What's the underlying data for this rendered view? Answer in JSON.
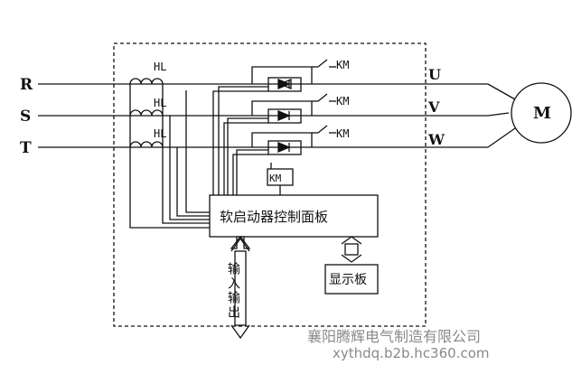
{
  "phases_in": [
    "R",
    "S",
    "T"
  ],
  "phases_out": [
    "U",
    "V",
    "W"
  ],
  "motor_label": "M",
  "ct_label": "HL",
  "contactor_label": "KM",
  "controller_label": "软启动器控制面板",
  "io_label": "输入输出",
  "display_label": "显示板",
  "watermark": {
    "company": "襄阳腾辉电气制造有限公司",
    "url": "xythdq.b2b.hc360.com"
  }
}
